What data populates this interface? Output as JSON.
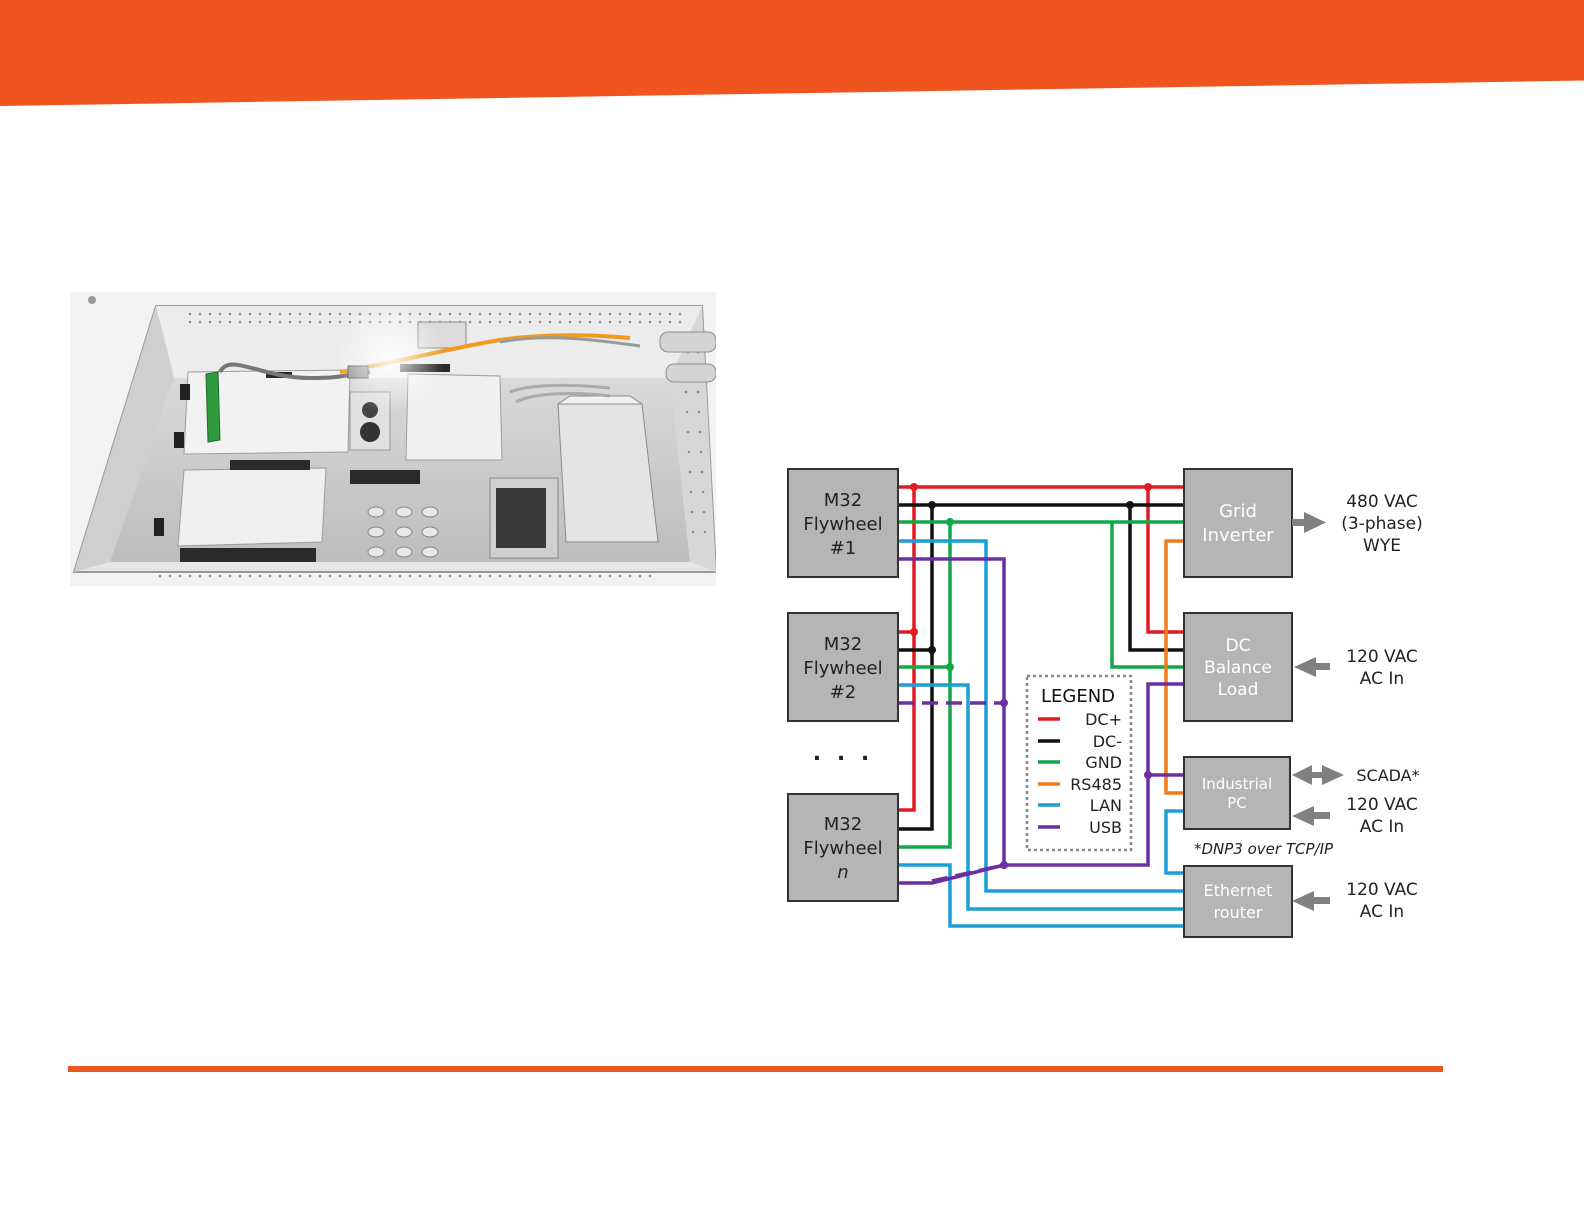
{
  "colors": {
    "accent": "#f0541f",
    "dc_plus": "#e21b22",
    "dc_minus": "#111111",
    "gnd": "#12a84a",
    "rs485": "#f07a1c",
    "lan": "#1a9fd9",
    "usb": "#6b2fa0",
    "box_fill": "#b5b5b5",
    "arrow": "#808080"
  },
  "diagram": {
    "flywheels": [
      {
        "line1": "M32",
        "line2": "Flywheel",
        "line3": "#1"
      },
      {
        "line1": "M32",
        "line2": "Flywheel",
        "line3": "#2"
      },
      {
        "line1": "M32",
        "line2": "Flywheel",
        "line3": "n"
      }
    ],
    "ellipsis": ". . .",
    "grid_inverter": {
      "line1": "Grid",
      "line2": "Inverter"
    },
    "dc_balance": {
      "line1": "DC",
      "line2": "Balance",
      "line3": "Load"
    },
    "industrial_pc": {
      "line1": "Industrial",
      "line2": "PC"
    },
    "ethernet_router": {
      "line1": "Ethernet",
      "line2": "router"
    },
    "ext_labels": {
      "inverter_out": [
        "480 VAC",
        "(3-phase)",
        "WYE"
      ],
      "dc_balance_in": [
        "120 VAC",
        "AC In"
      ],
      "scada": "SCADA*",
      "pc_in": [
        "120 VAC",
        "AC In"
      ],
      "router_in": [
        "120 VAC",
        "AC In"
      ],
      "footnote": "*DNP3 over TCP/IP"
    },
    "legend": {
      "title": "LEGEND",
      "items": [
        {
          "label": "DC+",
          "color": "#e21b22"
        },
        {
          "label": "DC-",
          "color": "#111111"
        },
        {
          "label": "GND",
          "color": "#12a84a"
        },
        {
          "label": "RS485",
          "color": "#f07a1c"
        },
        {
          "label": "LAN",
          "color": "#1a9fd9"
        },
        {
          "label": "USB",
          "color": "#6b2fa0"
        }
      ]
    }
  }
}
